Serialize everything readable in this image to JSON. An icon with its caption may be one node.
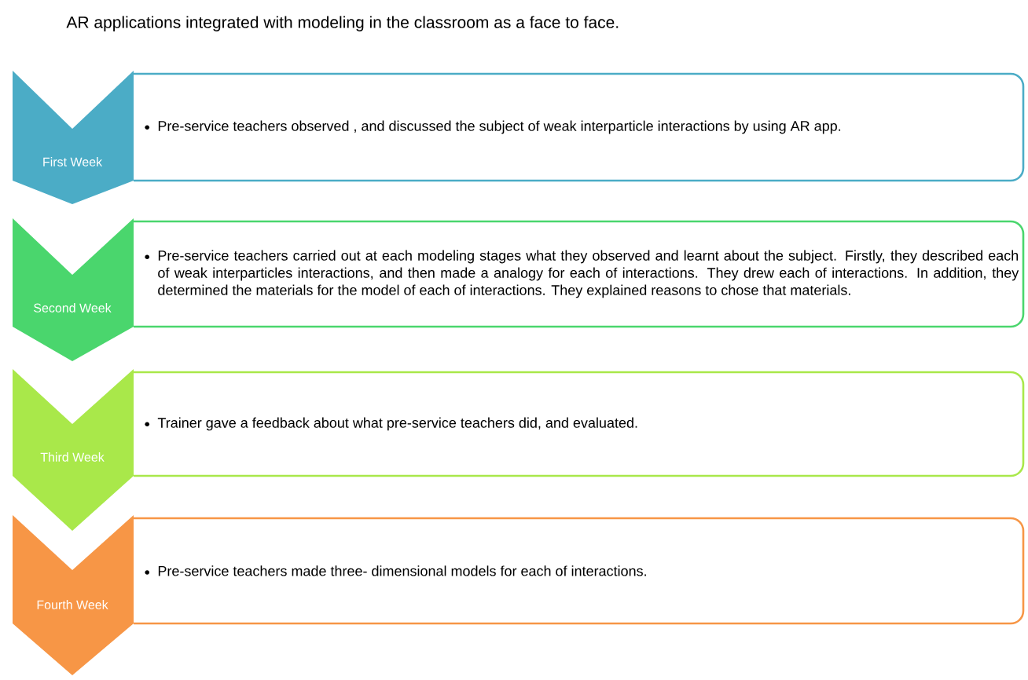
{
  "diagram": {
    "title": "AR applications integrated with modeling in the classroom as a face to face.",
    "nodes": [
      {
        "text": [
          "First Week"
        ]
      },
      {
        "text": [
          "Pre-service teachers observed , and discussed the subject of weak interparticle interactions by using AR app."
        ]
      },
      {
        "text": [
          "Second Week"
        ]
      },
      {
        "text": [
          "Pre-service teachers carried out at each modeling stages what they observed and learnt about the subject. Firstly, they described each of weak interparticles interactions, and then made a analogy for each of interactions. They drew each of interactions. In addition, they determined the materials for the model of each of interactions. They explained reasons to chose that materials."
        ]
      },
      {
        "text": [
          "Third Week"
        ]
      },
      {
        "text": [
          "Trainer gave a feedback about what pre-service teachers did, and evaluated."
        ]
      },
      {
        "text": [
          "Fourth Week"
        ]
      },
      {
        "text": [
          "Pre-service teachers made three- dimensional models for each  of interactions."
        ]
      }
    ]
  }
}
